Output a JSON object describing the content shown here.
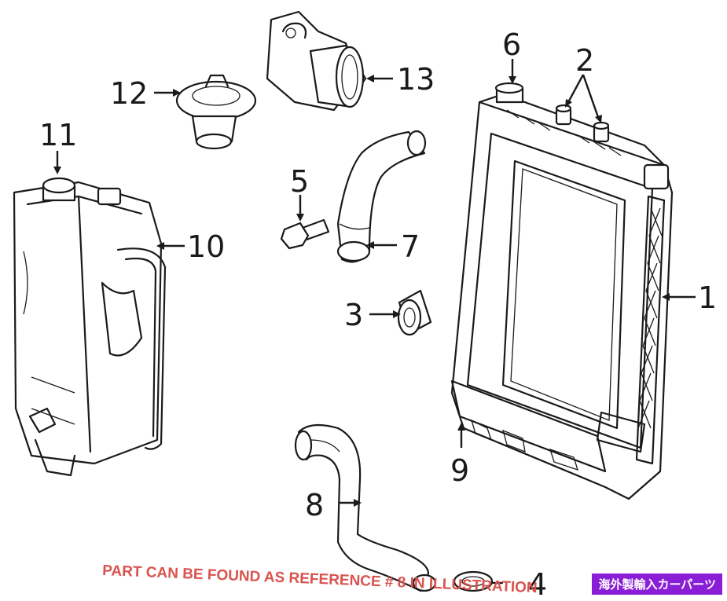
{
  "callouts": {
    "c1": "1",
    "c2": "2",
    "c3": "3",
    "c4": "4",
    "c5": "5",
    "c6": "6",
    "c7": "7",
    "c8": "8",
    "c9": "9",
    "c10": "10",
    "c11": "11",
    "c12": "12",
    "c13": "13"
  },
  "note": {
    "text": "PART CAN BE FOUND AS REFERENCE # 8 IN ILLUSTRATION",
    "color": "#d9534f"
  },
  "badge": {
    "text": "海外製輸入カーパーツ",
    "background": "#8a1ed6",
    "text_color": "#ffffff"
  }
}
